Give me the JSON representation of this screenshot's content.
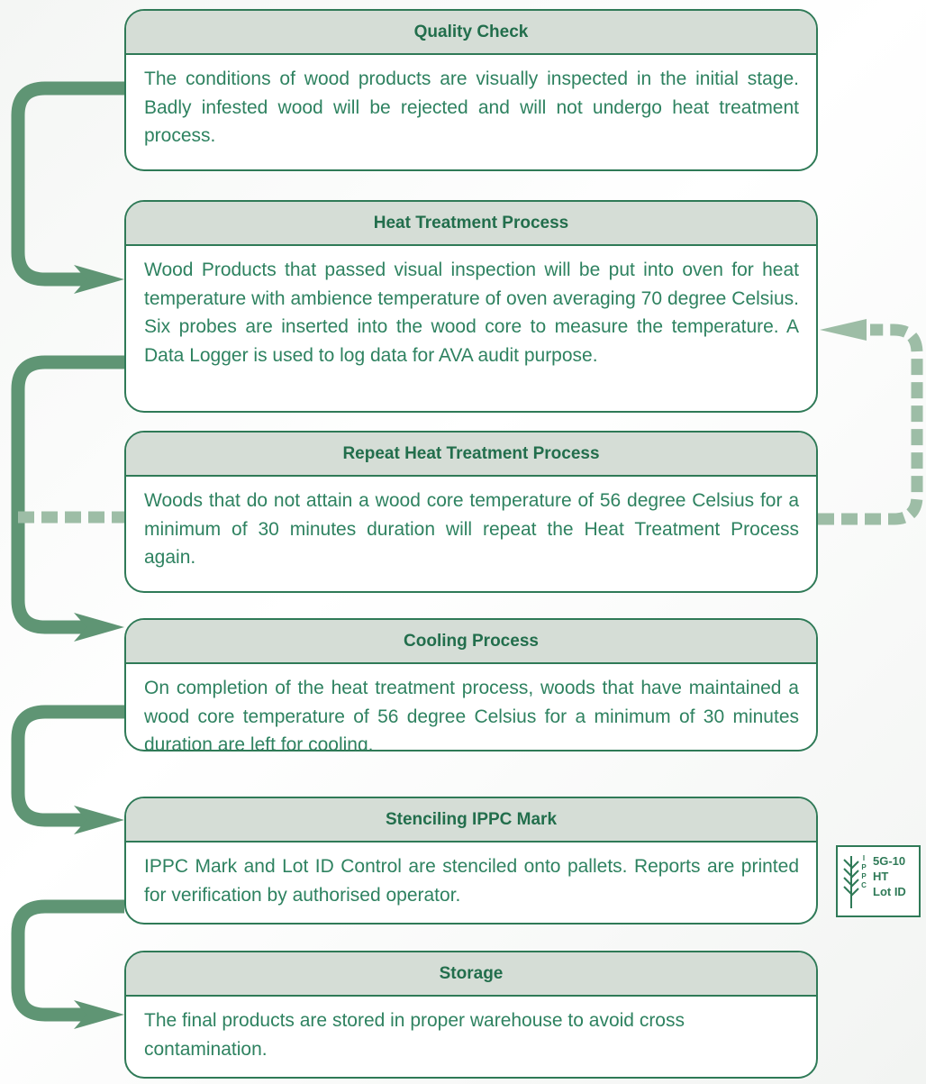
{
  "colors": {
    "accent": "#2f7a57",
    "arrow": "#5f9574",
    "dashed_arrow": "#9dbda6",
    "header_bg": "#d5ddd6",
    "text": "#2e8260"
  },
  "steps": [
    {
      "title": "Quality Check",
      "text": "The conditions of wood products are visually inspected in the initial stage. Badly infested wood will be rejected and will not undergo heat treatment process."
    },
    {
      "title": "Heat Treatment Process",
      "text": "Wood Products that passed visual inspection will be put into oven for heat temperature with ambience temperature of oven averaging 70 degree Celsius. Six probes are inserted into the wood core to measure the temperature. A Data Logger is used to log data for AVA audit purpose."
    },
    {
      "title": "Repeat Heat Treatment Process",
      "text": "Woods that do not attain a wood core temperature of 56 degree Celsius for a minimum of 30 minutes duration will repeat the Heat Treatment Process again."
    },
    {
      "title": "Cooling Process",
      "text": "On completion of the heat treatment process, woods that have maintained a wood core temperature of 56 degree Celsius for a minimum of 30 minutes duration are left for cooling."
    },
    {
      "title": "Stenciling IPPC Mark",
      "text": "IPPC Mark and Lot ID Control are stenciled onto pallets. Reports are printed for verification by authorised operator."
    },
    {
      "title": "Storage",
      "text": "The final products are stored in proper warehouse to avoid cross contamination."
    }
  ],
  "ippc_mark": {
    "icon": "wheat-icon",
    "letters": [
      "I",
      "P",
      "P",
      "C"
    ],
    "code": "5G-10",
    "treatment": "HT",
    "lot": "Lot ID"
  }
}
